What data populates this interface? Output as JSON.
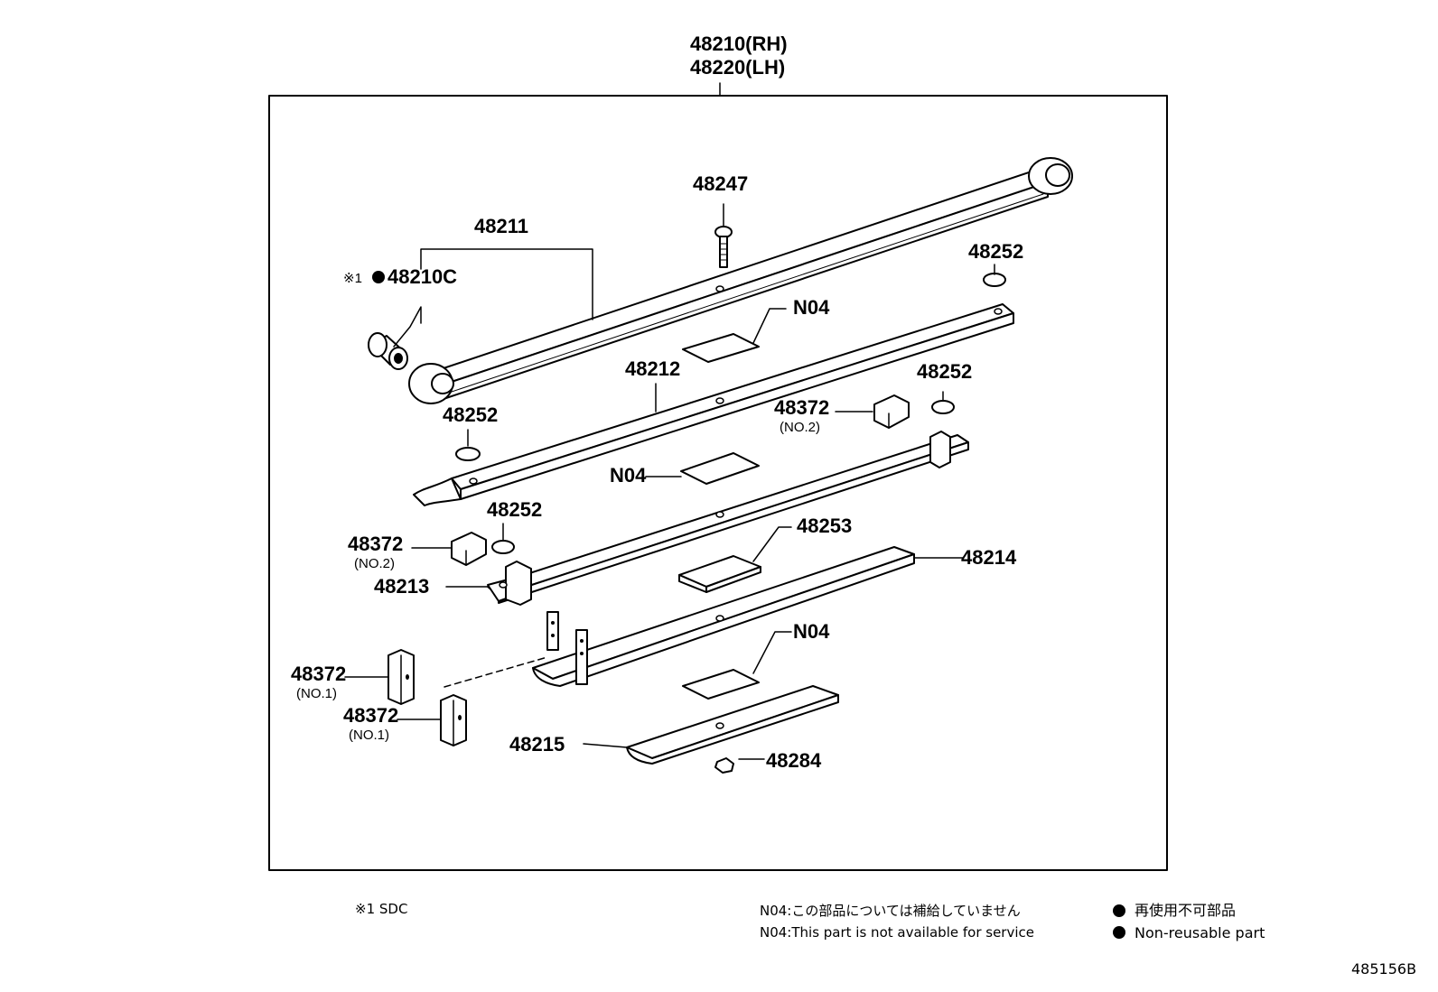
{
  "assembly": {
    "part_rh": "48210(RH)",
    "part_lh": "48220(LH)"
  },
  "callouts": {
    "p48247": "48247",
    "p48211": "48211",
    "p48210c_prefix": "※1",
    "p48210c": "48210C",
    "p48252_a": "48252",
    "p48252_b": "48252",
    "p48252_c": "48252",
    "p48252_d": "48252",
    "n04_a": "N04",
    "n04_b": "N04",
    "n04_c": "N04",
    "p48212": "48212",
    "p48372_no2_a": "48372",
    "p48372_no2_a_sub": "(NO.2)",
    "p48372_no2_b": "48372",
    "p48372_no2_b_sub": "(NO.2)",
    "p48253": "48253",
    "p48213": "48213",
    "p48214": "48214",
    "p48372_no1_a": "48372",
    "p48372_no1_a_sub": "(NO.1)",
    "p48372_no1_b": "48372",
    "p48372_no1_b_sub": "(NO.1)",
    "p48215": "48215",
    "p48284": "48284"
  },
  "footer": {
    "sdc_note": "※1 SDC",
    "n04_note_jp": "N04:この部品については補給していません",
    "n04_note_en": "N04:This part is not available for service",
    "legend_jp": "再使用不可部品",
    "legend_en": "Non-reusable part",
    "figure_id": "485156B"
  }
}
